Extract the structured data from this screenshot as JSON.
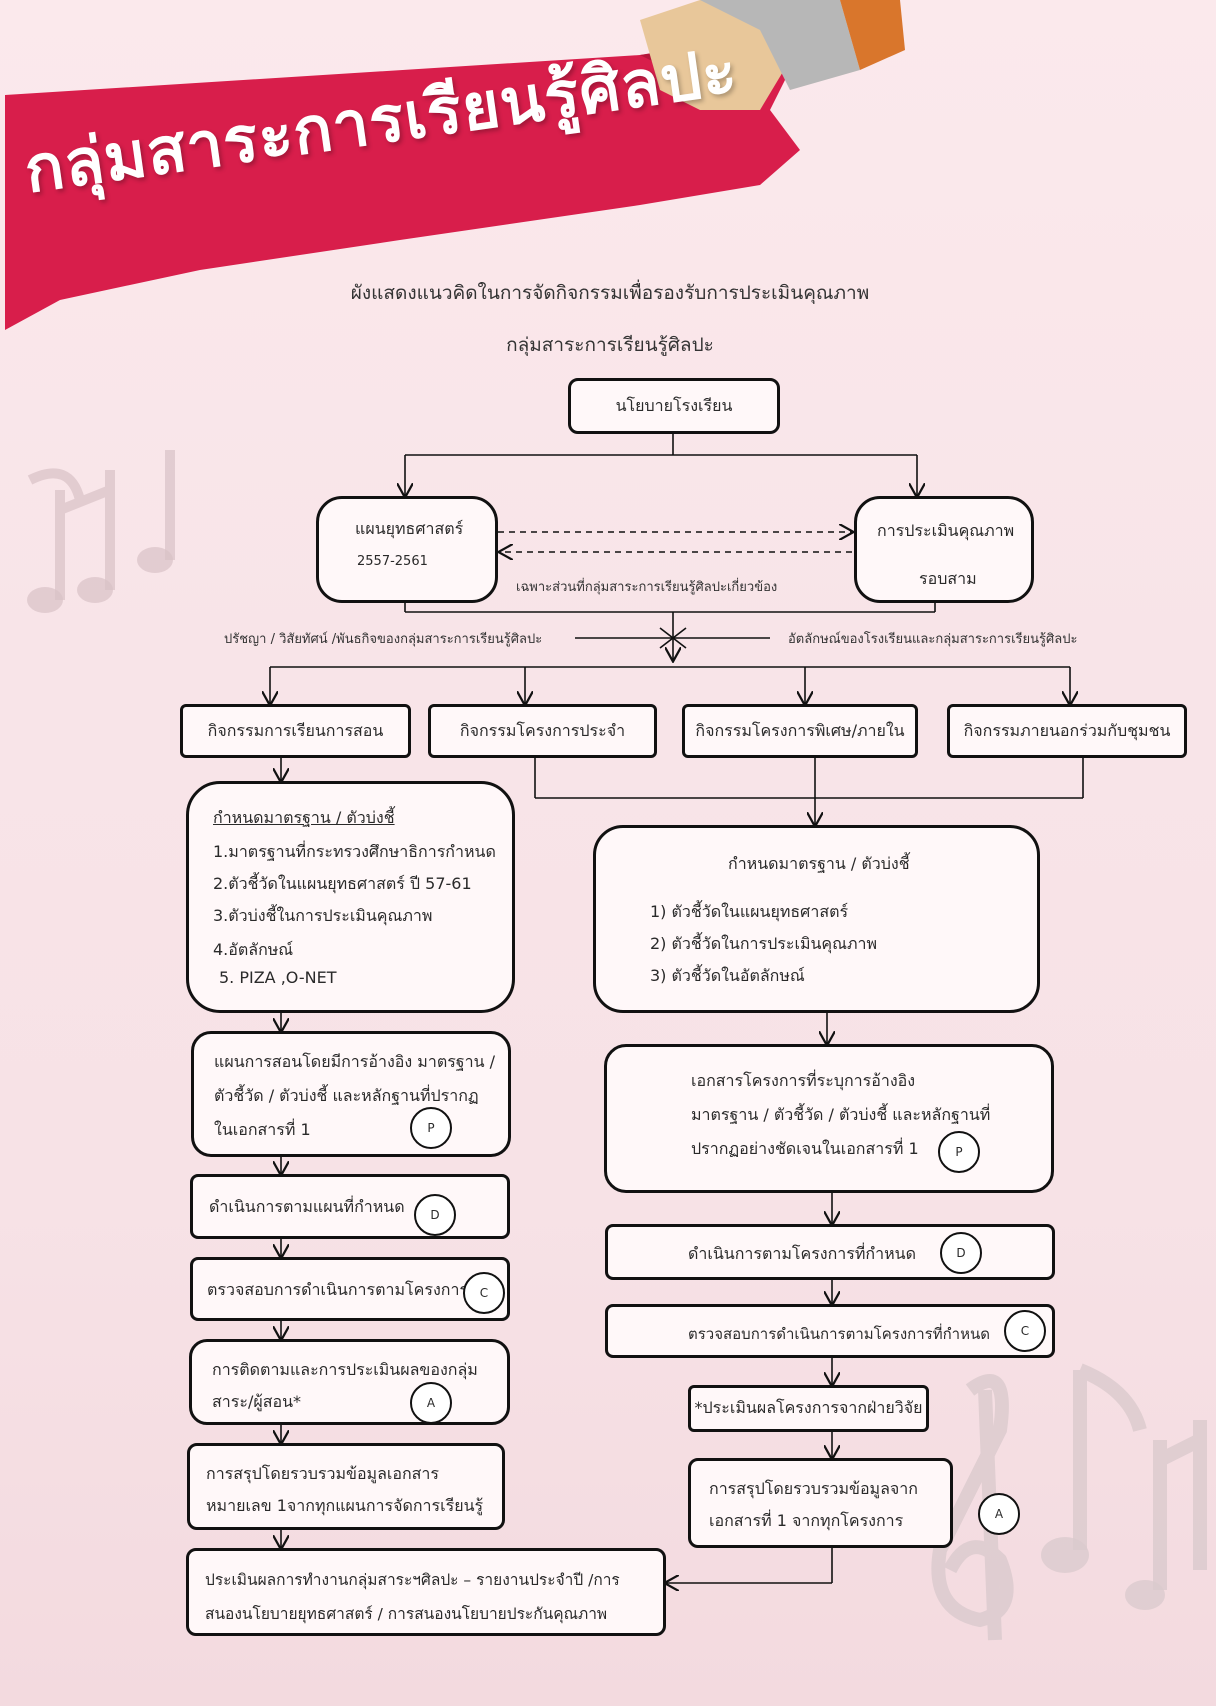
{
  "banner": {
    "title": "กลุ่มสาระการเรียนรู้ศิลปะ"
  },
  "titles": {
    "line1": "ผังแสดงแนวคิดในการจัดกิจกรรมเพื่อรองรับการประเมินคุณภาพ",
    "line2": "กลุ่มสาระการเรียนรู้ศิลปะ"
  },
  "nodes": {
    "policy": "นโยบายโรงเรียน",
    "strategy": {
      "title": "แผนยุทธศาสตร์",
      "years": "2557-2561"
    },
    "assessment": {
      "title": "การประเมินคุณภาพ",
      "round": "รอบสาม"
    },
    "dashed_note": "เฉพาะส่วนที่กลุ่มสาระการเรียนรู้ศิลปะเกี่ยวข้อง",
    "left_label": "ปรัชญา / วิสัยทัศน์ /พันธกิจของกลุ่มสาระการเรียนรู้ศิลปะ",
    "right_label": "อัตลักษณ์ของโรงเรียนและกลุ่มสาระการเรียนรู้ศิลปะ",
    "activities": [
      "กิจกรรมการเรียนการสอน",
      "กิจกรรมโครงการประจำ",
      "กิจกรรมโครงการพิเศษ/ภายใน",
      "กิจกรรมภายนอกร่วมกับชุมชน"
    ],
    "left_standards": {
      "heading": "กำหนดมาตรฐาน / ตัวบ่งชี้",
      "items": [
        "1.มาตรฐานที่กระทรวงศึกษาธิการกำหนด",
        "2.ตัวชี้วัดในแผนยุทธศาสตร์  ปี 57-61",
        "3.ตัวบ่งชี้ในการประเมินคุณภาพ",
        "4.อัตลักษณ์",
        "5. PIZA ,O-NET"
      ]
    },
    "right_standards": {
      "heading": "กำหนดมาตรฐาน / ตัวบ่งชี้",
      "items": [
        "1)   ตัวชี้วัดในแผนยุทธศาสตร์",
        "2)   ตัวชี้วัดในการประเมินคุณภาพ",
        "3)   ตัวชี้วัดในอัตลักษณ์"
      ]
    },
    "left_plan": [
      "แผนการสอนโดยมีการอ้างอิง มาตรฐาน /",
      "ตัวชี้วัด / ตัวบ่งชี้ และหลักฐานที่ปรากฏ",
      "ในเอกสารที่ 1"
    ],
    "right_plan": [
      "เอกสารโครงการที่ระบุการอ้างอิง",
      "มาตรฐาน / ตัวชี้วัด / ตัวบ่งชี้ และหลักฐานที่",
      "ปรากฏอย่างชัดเจนในเอกสารที่ 1"
    ],
    "left_do": "ดำเนินการตามแผนที่กำหนด",
    "right_do": "ดำเนินการตามโครงการที่กำหนด",
    "left_check": "ตรวจสอบการดำเนินการตามโครงการ",
    "right_check": "ตรวจสอบการดำเนินการตามโครงการที่กำหนด",
    "left_act": [
      "การติดตามและการประเมินผลของกลุ่ม",
      "สาระ/ผู้สอน*"
    ],
    "right_eval": "*ประเมินผลโครงการจากฝ่ายวิจัย",
    "left_summary": [
      "การสรุปโดยรวบรวมข้อมูลเอกสาร",
      "หมายเลข 1จากทุกแผนการจัดการเรียนรู้"
    ],
    "right_summary": [
      "การสรุปโดยรวบรวมข้อมูลจาก",
      "เอกสารที่ 1 จากทุกโครงการ"
    ],
    "final": [
      "ประเมินผลการทำงานกลุ่มสาระฯศิลปะ – รายงานประจำปี /การ",
      "สนองนโยบายยุทธศาสตร์ / การสนองนโยบายประกันคุณภาพ"
    ]
  },
  "badges": {
    "p": "P",
    "d": "D",
    "c": "C",
    "a": "A"
  },
  "colors": {
    "banner_red": "#d81e4b",
    "border": "#111111",
    "background": "#f9e6ea"
  }
}
